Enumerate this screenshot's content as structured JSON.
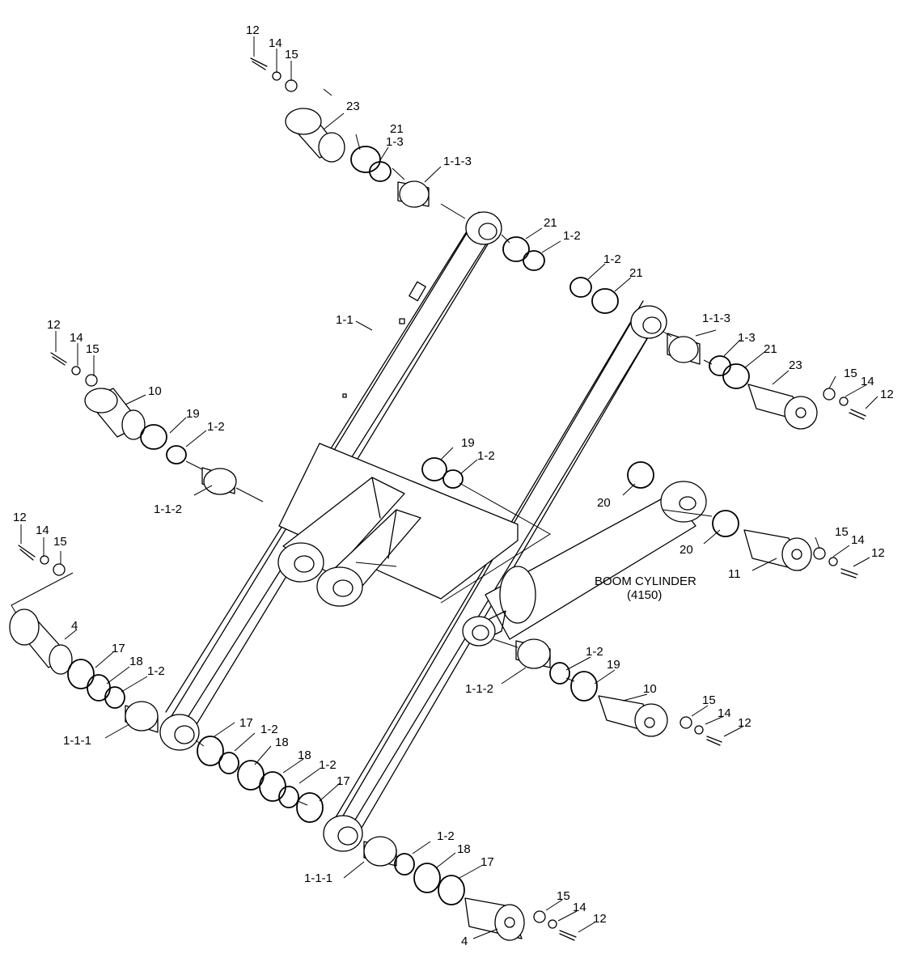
{
  "cylinder_label": {
    "line1": "BOOM CYLINDER",
    "line2": "(4150)"
  },
  "labels": [
    "12",
    "14",
    "15",
    "23",
    "21",
    "1-3",
    "1-1-3",
    "21",
    "1-2",
    "1-2",
    "21",
    "1-1",
    "1-1-3",
    "1-3",
    "21",
    "23",
    "15",
    "14",
    "12",
    "12",
    "14",
    "15",
    "10",
    "19",
    "1-2",
    "1-1-2",
    "19",
    "1-2",
    "20",
    "20",
    "15",
    "14",
    "12",
    "11",
    "12",
    "14",
    "15",
    "4",
    "17",
    "18",
    "1-2",
    "1-1-1",
    "1-2",
    "19",
    "1-1-2",
    "10",
    "15",
    "14",
    "12",
    "17",
    "1-2",
    "18",
    "18",
    "1-2",
    "17",
    "1-2",
    "18",
    "17",
    "1-1-1",
    "15",
    "14",
    "12",
    "4"
  ]
}
